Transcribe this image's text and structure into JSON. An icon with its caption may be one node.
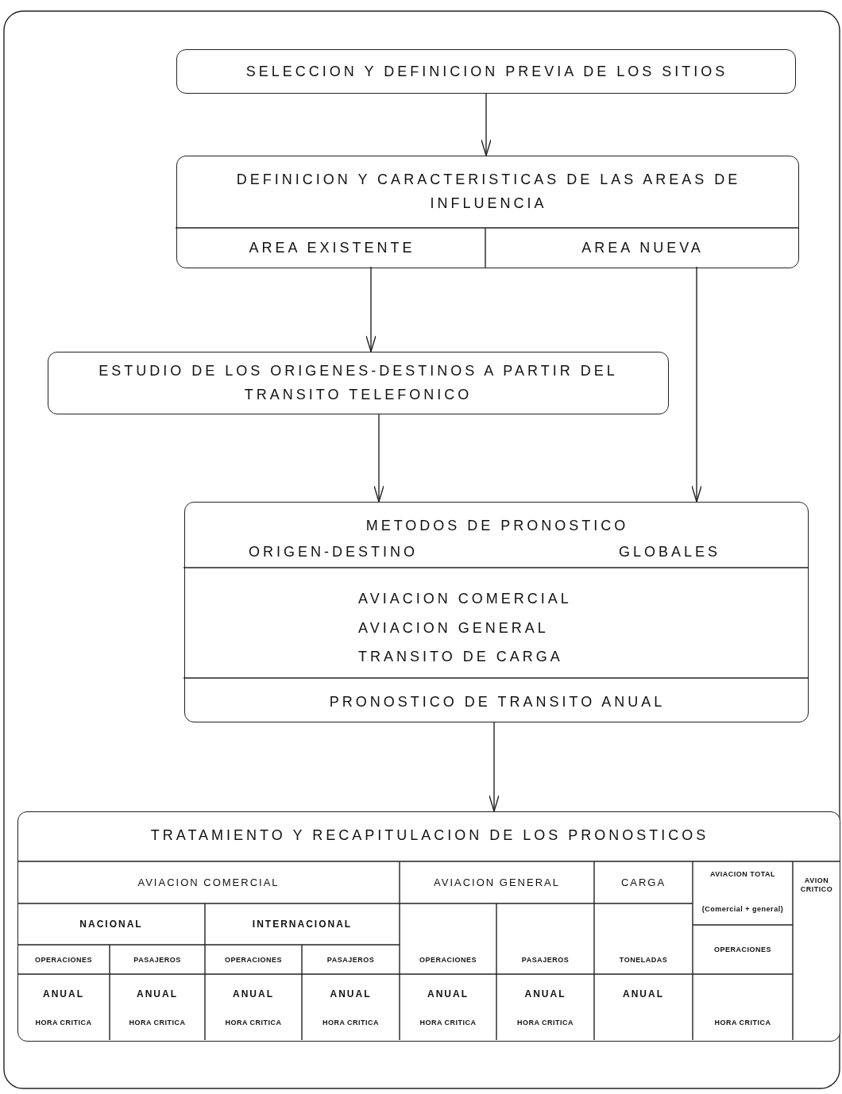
{
  "diagram": {
    "nodes": [
      {
        "text": [
          "SELECCION Y DEFINICION PREVIA DE LOS SITIOS"
        ]
      },
      {
        "text": [
          "DEFINICION Y CARACTERISTICAS DE LAS AREAS DE INFLUENCIA"
        ]
      },
      {
        "text": [
          "AREA EXISTENTE"
        ],
        "in": 1
      },
      {
        "text": [
          "AREA NUEVA"
        ],
        "in": 1
      },
      {
        "text": [
          "ESTUDIO DE LOS ORIGENES-DESTINOS A PARTIR DEL TRANSITO TELEFONICO"
        ]
      },
      {
        "text": [
          "METODOS DE PRONOSTICO",
          "ORIGEN-DESTINO",
          "GLOBALES",
          "AVIACION COMERCIAL",
          "AVIACION GENERAL",
          "TRANSITO DE CARGA",
          "PRONOSTICO DE TRANSITO ANUAL"
        ]
      },
      {
        "text": [
          "TRATAMIENTO Y RECAPITULACION DE LOS PRONOSTICOS"
        ]
      }
    ],
    "edges": [
      {
        "from": 0,
        "to": 1,
        "arrow": "to"
      },
      {
        "from": 2,
        "to": 4,
        "arrow": "to"
      },
      {
        "from": 3,
        "to": 5,
        "arrow": "to"
      },
      {
        "from": 4,
        "to": 5,
        "arrow": "to"
      },
      {
        "from": 5,
        "to": 6,
        "arrow": "to"
      }
    ],
    "labels": [
      "AVIACION COMERCIAL",
      "AVIACION GENERAL",
      "CARGA",
      "AVIACION TOTAL",
      "AVION CRITICO",
      "NACIONAL",
      "INTERNACIONAL",
      "(Comercial + general)",
      "OPERACIONES",
      "PASAJEROS",
      "OPERACIONES",
      "PASAJEROS",
      "OPERACIONES",
      "PASAJEROS",
      "TONELADAS",
      "OPERACIONES",
      "ANUAL",
      "ANUAL",
      "ANUAL",
      "ANUAL",
      "ANUAL",
      "ANUAL",
      "ANUAL",
      "HORA CRITICA",
      "HORA CRITICA",
      "HORA CRITICA",
      "HORA CRITICA",
      "HORA CRITICA",
      "HORA CRITICA",
      "HORA CRITICA"
    ]
  }
}
